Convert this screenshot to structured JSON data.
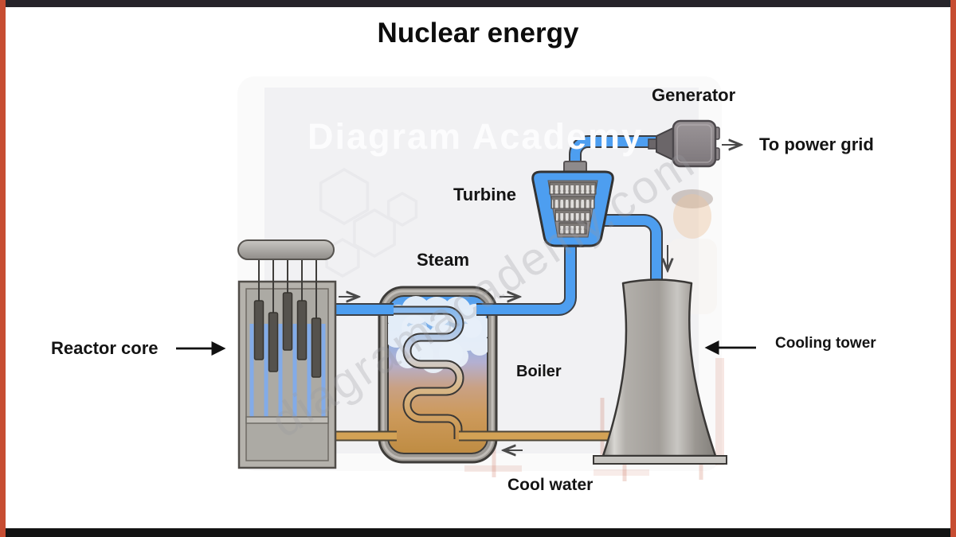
{
  "title": "Nuclear energy",
  "labels": {
    "reactor_core": "Reactor core",
    "steam": "Steam",
    "boiler": "Boiler",
    "turbine": "Turbine",
    "generator": "Generator",
    "to_power_grid": "To power grid",
    "cooling_tower": "Cooling tower",
    "cool_water": "Cool water"
  },
  "watermark": {
    "brand": "Diagram Academy",
    "url": "diagramacademy.com"
  },
  "colors": {
    "hot_pipe_blue": "#4d9ef0",
    "cool_pipe_tan": "#d3a255",
    "metal_gray": "#b0ada8",
    "side_border_red": "#c74d32",
    "top_bar": "#26242a",
    "bottom_bar": "#131313",
    "label_text": "#141414"
  }
}
